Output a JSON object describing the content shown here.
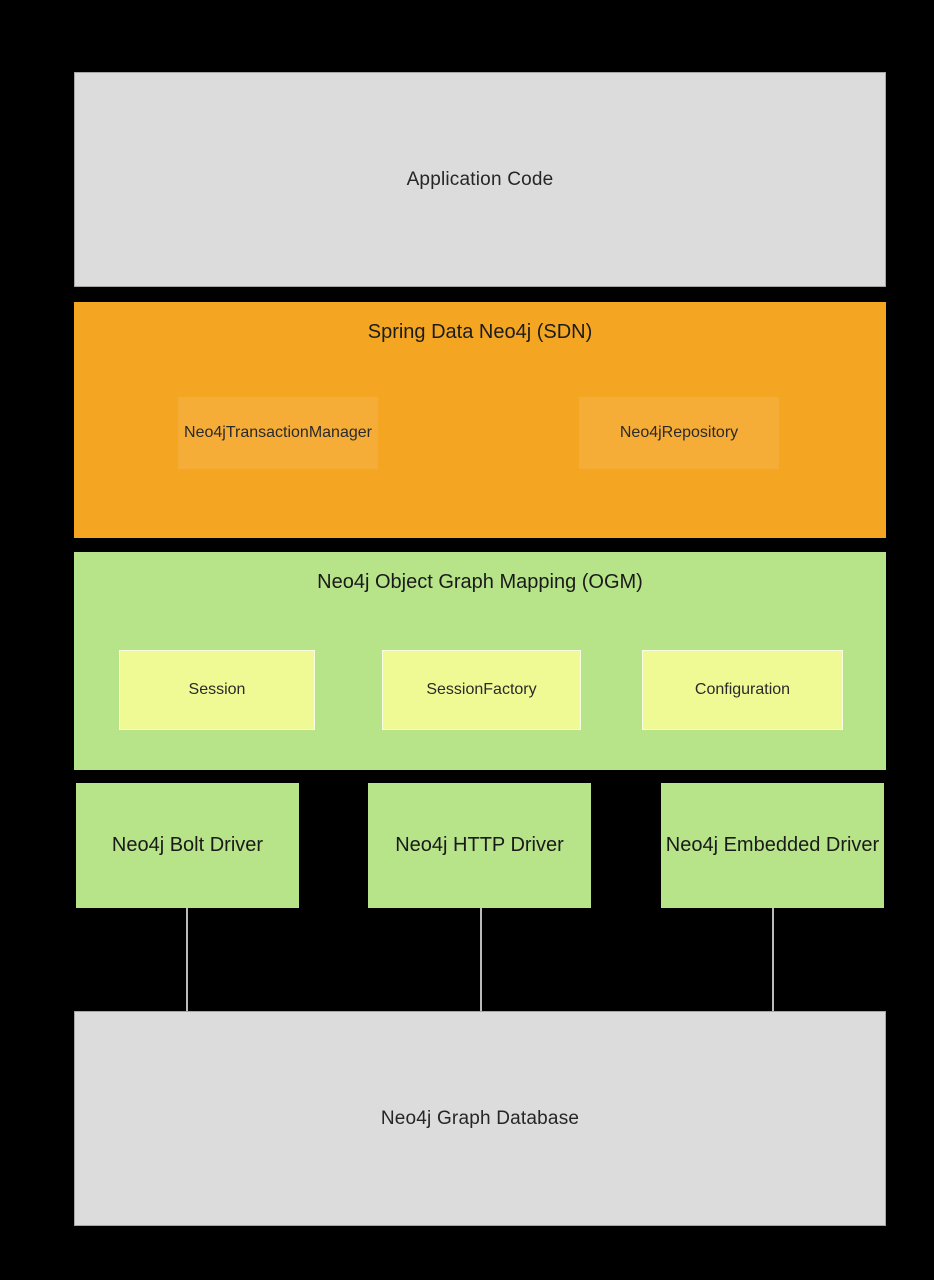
{
  "diagram": {
    "app_code": {
      "label": "Application Code"
    },
    "sdn": {
      "title": "Spring Data Neo4j (SDN)",
      "children": [
        {
          "label": "Neo4jTransactionManager"
        },
        {
          "label": "Neo4jRepository"
        }
      ]
    },
    "ogm": {
      "title": "Neo4j Object Graph Mapping (OGM)",
      "children": [
        {
          "label": "Session"
        },
        {
          "label": "SessionFactory"
        },
        {
          "label": "Configuration"
        }
      ]
    },
    "drivers": [
      {
        "label": "Neo4j Bolt Driver"
      },
      {
        "label": "Neo4j HTTP Driver"
      },
      {
        "label": "Neo4j Embedded Driver"
      }
    ],
    "database": {
      "label": "Neo4j Graph Database"
    }
  },
  "colors": {
    "bg": "#000000",
    "gray_fill": "#dcdcdc",
    "gray_border": "#a6a6a6",
    "orange_fill": "#f4a623",
    "orange_inner": "#f6ad38",
    "green_fill": "#b7e389",
    "yellow_fill": "#f0fa94",
    "line_color": "#bbbbbb"
  }
}
